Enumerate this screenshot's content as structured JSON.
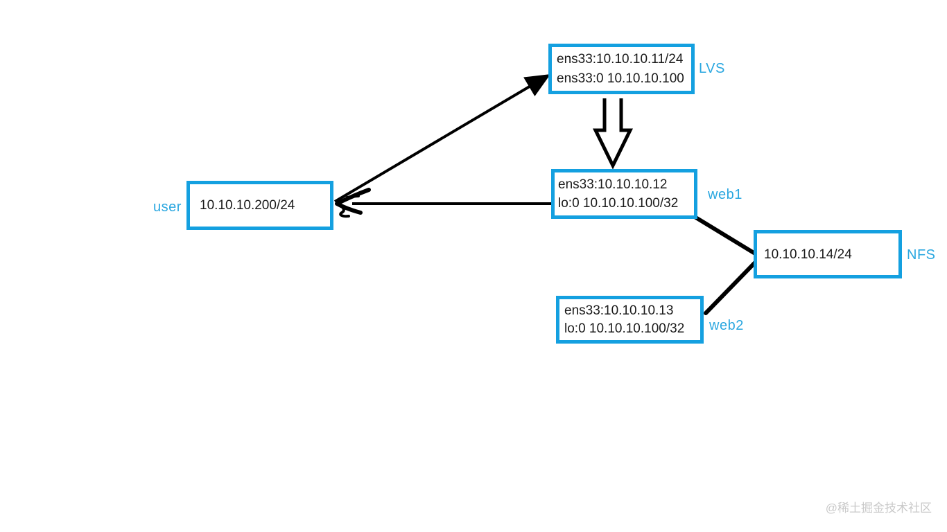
{
  "diagram": {
    "title_hint": "LVS DR-mode network topology",
    "nodes": {
      "lvs": {
        "label": "LVS",
        "line1": "ens33:10.10.10.11/24",
        "line2": "ens33:0 10.10.10.100"
      },
      "user": {
        "label": "user",
        "line1": "10.10.10.200/24"
      },
      "web1": {
        "label": "web1",
        "line1": "ens33:10.10.10.12",
        "line2": "lo:0 10.10.10.100/32"
      },
      "nfs": {
        "label": "NFS",
        "line1": "10.10.10.14/24"
      },
      "web2": {
        "label": "web2",
        "line1": "ens33:10.10.10.13",
        "line2": "lo:0 10.10.10.100/32"
      }
    },
    "colors": {
      "box_border": "#14a0e0",
      "label_text": "#2aa7e0",
      "node_text": "#1a1a1a",
      "connector": "#000000",
      "block_arrow_fill": "#ffffff",
      "background": "#ffffff"
    }
  },
  "watermark": {
    "text": "@稀土掘金技术社区",
    "color": "#c9c9c9"
  }
}
